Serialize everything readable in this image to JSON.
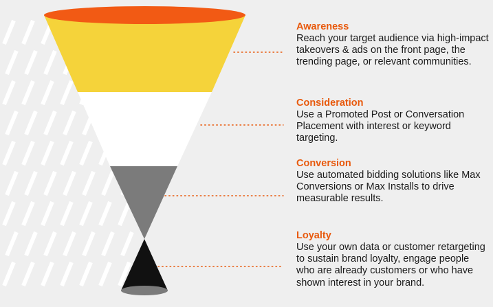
{
  "colors": {
    "background": "#efefef",
    "accent": "#e8590c",
    "awareness_fill": "#f5d33a",
    "awareness_rim": "#f25a14",
    "consideration_fill": "#ffffff",
    "conversion_fill": "#7b7b7b",
    "loyalty_fill": "#111111",
    "dotted_line": "#e8590c",
    "stripes": "#ffffff"
  },
  "stages": [
    {
      "title": "Awareness",
      "description": "Reach your target audience via high-impact takeovers & ads on the front page, the trending page, or relevant communities."
    },
    {
      "title": "Consideration",
      "description": "Use a Promoted Post or Conversation Placement with interest or keyword targeting."
    },
    {
      "title": "Conversion",
      "description": "Use automated bidding solutions like Max Conversions or Max Installs to drive measurable results."
    },
    {
      "title": "Loyalty",
      "description": "Use your own data or customer retargeting to sustain brand loyalty, engage people who are already customers or who have shown interest in your brand."
    }
  ]
}
